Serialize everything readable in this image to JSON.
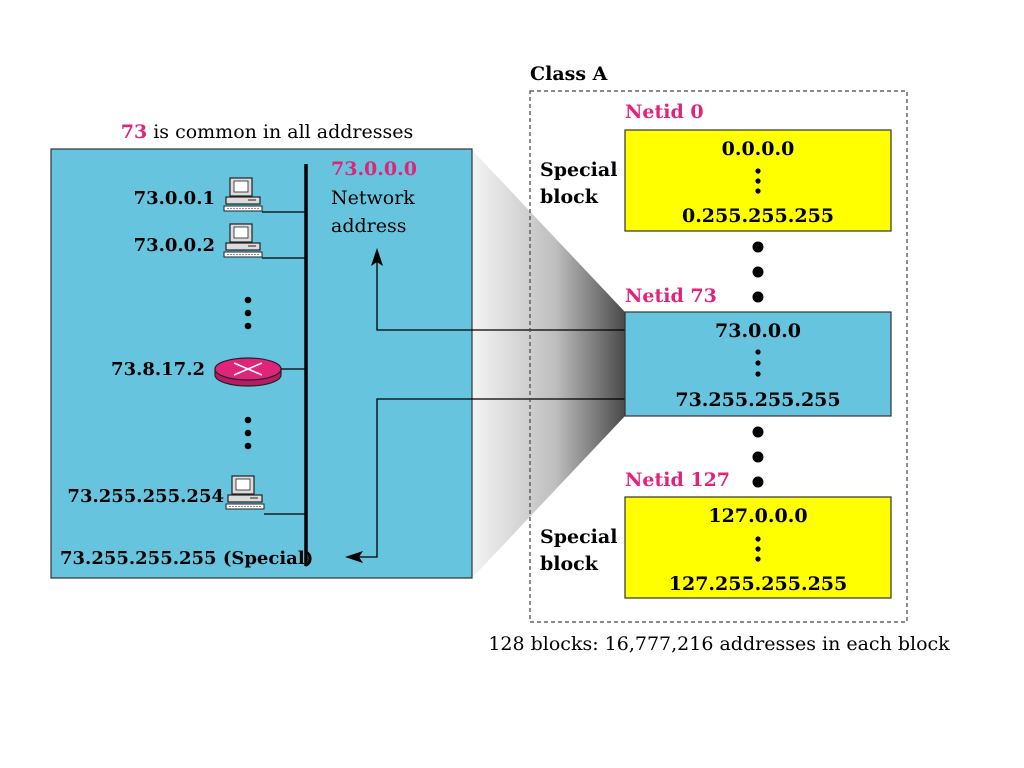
{
  "header": {
    "common_prefix": "73",
    "common_suffix": " is common in all addresses"
  },
  "network": {
    "hosts": [
      {
        "address": "73.0.0.1",
        "kind": "computer"
      },
      {
        "address": "73.0.0.2",
        "kind": "computer"
      },
      {
        "address": "73.8.17.2",
        "kind": "router"
      },
      {
        "address": "73.255.255.254",
        "kind": "computer"
      }
    ],
    "network_address": "73.0.0.0",
    "network_address_caption_1": "Network",
    "network_address_caption_2": "address",
    "broadcast_label": "73.255.255.255 (Special)"
  },
  "class_a": {
    "title": "Class A",
    "netid_0": "Netid 0",
    "netid_73": "Netid 73",
    "netid_127": "Netid 127",
    "special_1": "Special",
    "special_2": "block",
    "block0_first": "0.0.0.0",
    "block0_last": "0.255.255.255",
    "block73_first": "73.0.0.0",
    "block73_last": "73.255.255.255",
    "block127_first": "127.0.0.0",
    "block127_last": "127.255.255.255",
    "footer": "128 blocks: 16,777,216 addresses in each block"
  },
  "colors": {
    "network_fill": "#66c4de",
    "special_fill": "#ffff00",
    "accent": "#e0247a"
  }
}
